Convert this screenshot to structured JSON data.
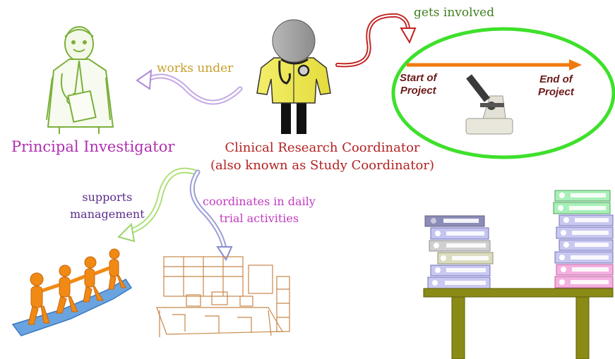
{
  "labels": {
    "works_under": "works under",
    "gets_involved": "gets involved",
    "principal_investigator": "Principal Investigator",
    "crc_line1": "Clinical Research Coordinator",
    "crc_line2": "(also known as Study Coordinator)",
    "supports_line1": "supports",
    "supports_line2": "management",
    "coordinates_line1": "coordinates in daily",
    "coordinates_line2": "trial activities",
    "start_line1": "Start of",
    "start_line2": "Project",
    "end_line1": "End of",
    "end_line2": "Project"
  },
  "icons": {
    "doctor": "doctor-figure-icon",
    "coordinator": "coordinator-figure-icon",
    "microscope": "microscope-icon",
    "team": "team-puzzle-icon",
    "office": "office-sketch-icon",
    "binders": "binder-stacks-icon",
    "table": "table-icon"
  },
  "colors": {
    "works_under": "#c8a02a",
    "gets_involved": "#3f7f1f",
    "principal_investigator": "#b12fb2",
    "crc": "#b32222",
    "supports": "#5a2d8c",
    "coordinates": "#c23cc0",
    "timeline": "#f07a0e",
    "ellipse": "#3ee02b",
    "table": "#7a7a12"
  }
}
